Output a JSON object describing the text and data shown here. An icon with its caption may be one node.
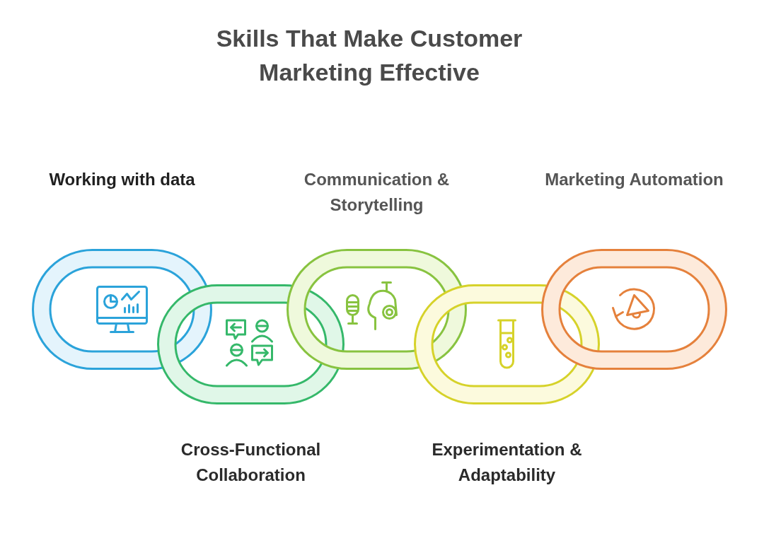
{
  "diagram": {
    "title": "Skills That Make Customer Marketing Effective",
    "nodes": [
      {
        "text": [
          "Working with data"
        ]
      },
      {
        "text": [
          "Cross-Functional Collaboration"
        ]
      },
      {
        "text": [
          "Communication & Storytelling"
        ]
      },
      {
        "text": [
          "Experimentation & Adaptability"
        ]
      },
      {
        "text": [
          "Marketing Automation"
        ]
      }
    ]
  }
}
